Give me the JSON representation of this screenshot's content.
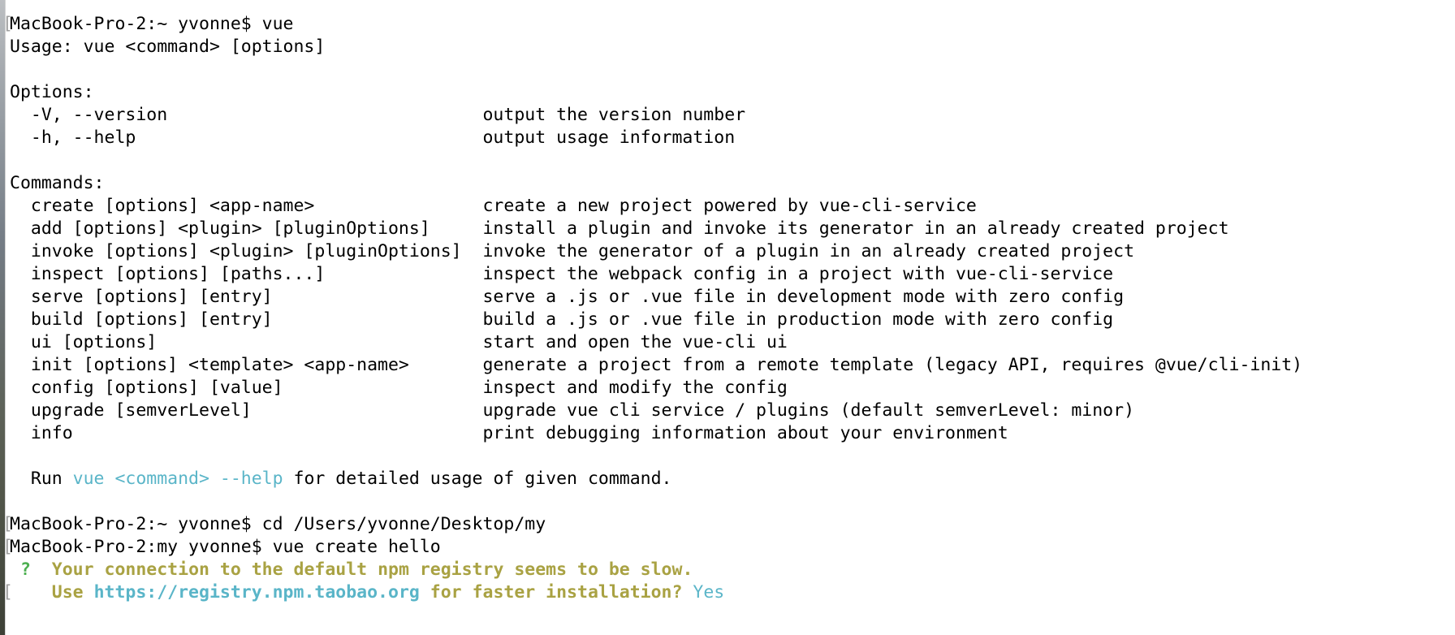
{
  "palette": {
    "background": "#ffffff",
    "default": "#000000",
    "gray": "#9e9e9e",
    "cyan": "#5ab5c8",
    "olive": "#a9a243",
    "green": "#4caf50"
  },
  "terminal": {
    "indent": "  ",
    "pad": 43,
    "lines": [
      {
        "type": "prompt",
        "gutter": "[",
        "text": "MacBook-Pro-2:~ yvonne$ vue"
      },
      {
        "type": "plain",
        "text": "Usage: vue <command> [options]"
      },
      {
        "type": "blank"
      },
      {
        "type": "plain",
        "text": "Options:"
      },
      {
        "type": "entry",
        "cmd": "-V, --version",
        "desc": "output the version number"
      },
      {
        "type": "entry",
        "cmd": "-h, --help",
        "desc": "output usage information"
      },
      {
        "type": "blank"
      },
      {
        "type": "plain",
        "text": "Commands:"
      },
      {
        "type": "entry",
        "cmd": "create [options] <app-name>",
        "desc": "create a new project powered by vue-cli-service"
      },
      {
        "type": "entry",
        "cmd": "add [options] <plugin> [pluginOptions]",
        "desc": "install a plugin and invoke its generator in an already created project"
      },
      {
        "type": "entry",
        "cmd": "invoke [options] <plugin> [pluginOptions]",
        "desc": "invoke the generator of a plugin in an already created project"
      },
      {
        "type": "entry",
        "cmd": "inspect [options] [paths...]",
        "desc": "inspect the webpack config in a project with vue-cli-service"
      },
      {
        "type": "entry",
        "cmd": "serve [options] [entry]",
        "desc": "serve a .js or .vue file in development mode with zero config"
      },
      {
        "type": "entry",
        "cmd": "build [options] [entry]",
        "desc": "build a .js or .vue file in production mode with zero config"
      },
      {
        "type": "entry",
        "cmd": "ui [options]",
        "desc": "start and open the vue-cli ui"
      },
      {
        "type": "entry",
        "cmd": "init [options] <template> <app-name>",
        "desc": "generate a project from a remote template (legacy API, requires @vue/cli-init)"
      },
      {
        "type": "entry",
        "cmd": "config [options] [value]",
        "desc": "inspect and modify the config"
      },
      {
        "type": "entry",
        "cmd": "upgrade [semverLevel]",
        "desc": "upgrade vue cli service / plugins (default semverLevel: minor)"
      },
      {
        "type": "entry",
        "cmd": "info",
        "desc": "print debugging information about your environment"
      },
      {
        "type": "blank"
      },
      {
        "type": "styled",
        "segments": [
          {
            "t": "  Run ",
            "c": "default"
          },
          {
            "t": "vue <command> --help",
            "c": "cyan"
          },
          {
            "t": " for detailed usage of given command.",
            "c": "default"
          }
        ]
      },
      {
        "type": "blank"
      },
      {
        "type": "prompt",
        "gutter": "[",
        "text": "MacBook-Pro-2:~ yvonne$ cd /Users/yvonne/Desktop/my"
      },
      {
        "type": "prompt",
        "gutter": "[",
        "text": "MacBook-Pro-2:my yvonne$ vue create hello"
      },
      {
        "type": "styled",
        "segments": [
          {
            "t": " ",
            "c": "default"
          },
          {
            "t": "?",
            "c": "green",
            "b": true
          },
          {
            "t": "  ",
            "c": "default"
          },
          {
            "t": "Your connection to the default npm registry seems to be slow.",
            "c": "olive",
            "b": true
          }
        ]
      },
      {
        "type": "styled",
        "gutter": "[",
        "segments": [
          {
            "t": "    ",
            "c": "default"
          },
          {
            "t": "Use ",
            "c": "olive",
            "b": true
          },
          {
            "t": "https://registry.npm.taobao.org",
            "c": "cyan",
            "b": true
          },
          {
            "t": " for faster installation? ",
            "c": "olive",
            "b": true
          },
          {
            "t": "Yes",
            "c": "cyan"
          }
        ]
      }
    ]
  }
}
